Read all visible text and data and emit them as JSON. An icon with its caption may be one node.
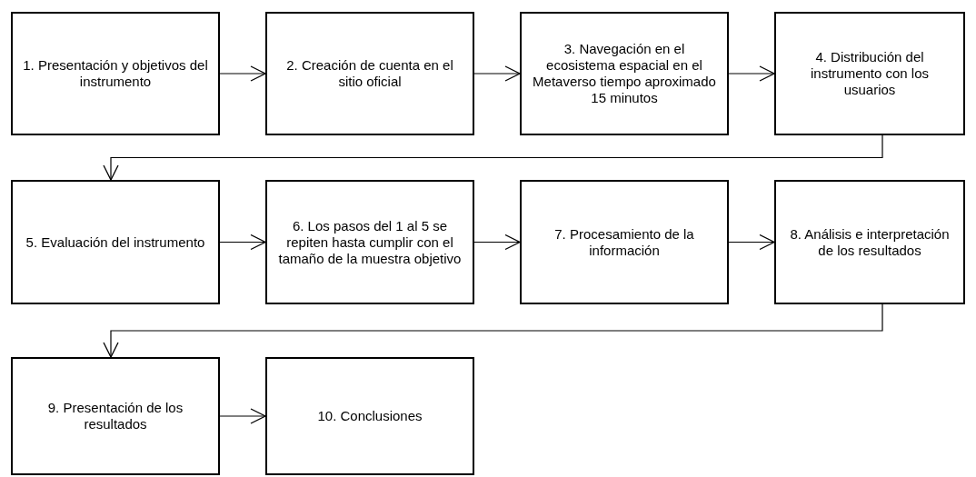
{
  "diagram": {
    "nodes": [
      {
        "text": [
          "1. Presentación y objetivos del instrumento"
        ]
      },
      {
        "text": [
          "2. Creación de cuenta en el sitio oficial"
        ]
      },
      {
        "text": [
          "3. Navegación en el ecosistema espacial en el Metaverso tiempo aproximado 15 minutos"
        ]
      },
      {
        "text": [
          "4. Distribución del instrumento con los usuarios"
        ]
      },
      {
        "text": [
          "5. Evaluación del instrumento"
        ]
      },
      {
        "text": [
          "6. Los pasos del 1 al 5 se repiten hasta cumplir con el tamaño de la muestra objetivo"
        ]
      },
      {
        "text": [
          "7. Procesamiento de la información"
        ]
      },
      {
        "text": [
          "8. Análisis e interpretación de los resultados"
        ]
      },
      {
        "text": [
          "9. Presentación de los resultados"
        ]
      },
      {
        "text": [
          "10. Conclusiones"
        ]
      }
    ],
    "edges": [
      {
        "from": 0,
        "to": 1,
        "arrow": "to"
      },
      {
        "from": 1,
        "to": 2,
        "arrow": "to"
      },
      {
        "from": 2,
        "to": 3,
        "arrow": "to"
      },
      {
        "from": 3,
        "to": 4,
        "arrow": "to"
      },
      {
        "from": 4,
        "to": 5,
        "arrow": "to"
      },
      {
        "from": 5,
        "to": 6,
        "arrow": "to"
      },
      {
        "from": 6,
        "to": 7,
        "arrow": "to"
      },
      {
        "from": 7,
        "to": 8,
        "arrow": "to"
      },
      {
        "from": 8,
        "to": 9,
        "arrow": "to"
      }
    ]
  }
}
